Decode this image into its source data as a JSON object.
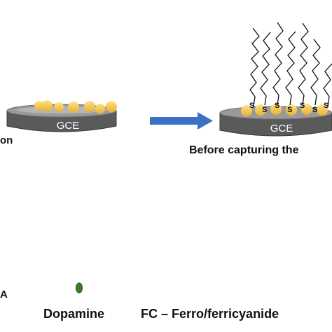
{
  "electrodes": [
    {
      "label": "GCE",
      "caption": "on"
    },
    {
      "label": "GCE",
      "caption": "Before capturing the",
      "thiol_label": "S"
    }
  ],
  "legend": {
    "partial_item": "A",
    "dopamine": "Dopamine",
    "fc": "FC – Ferro/ferricyanide"
  },
  "colors": {
    "electrode_dark": "#5a5a5a",
    "electrode_top": "#9a9a9a",
    "nanoparticle": "#f5c542",
    "arrow": "#3c70c4",
    "dopamine": "#3d7a2a"
  },
  "icons": [
    "gold-nanoparticle-icon",
    "arrow-right-icon",
    "aptamer-strand-icon",
    "dopamine-icon"
  ]
}
